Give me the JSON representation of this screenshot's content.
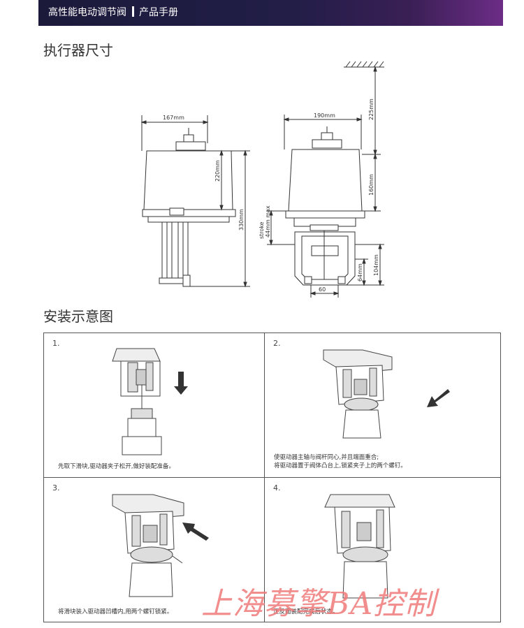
{
  "header": {
    "title": "高性能电动调节阀",
    "subtitle": "产品手册"
  },
  "dimensions_section": {
    "title": "执行器尺寸",
    "labels": {
      "width_front": "167mm",
      "width_side": "190mm",
      "height_body": "220mm",
      "height_total": "330mm",
      "clearance_top": "225mm",
      "height_side": "160mm",
      "stroke": "stroke",
      "stroke_max": "44mm max",
      "height_104": "104mm",
      "height_64": "64mm",
      "width_60": "60"
    }
  },
  "install_section": {
    "title": "安装示意图",
    "steps": [
      {
        "number": "1.",
        "caption": "先取下滑块,驱动器夹子松开,做好装配准备。"
      },
      {
        "number": "2.",
        "caption_line1": "使驱动器主轴与阀杆同心,并且端面重合;",
        "caption_line2": "将驱动器置于阀体凸台上,锁紧夹子上的两个螺钉。"
      },
      {
        "number": "3.",
        "caption": "将滑块装入驱动器凹槽内,用两个螺钉锁紧。"
      },
      {
        "number": "4.",
        "caption": "正反面装配完成后状态。"
      }
    ]
  },
  "watermark": "上海募擎BA控制"
}
